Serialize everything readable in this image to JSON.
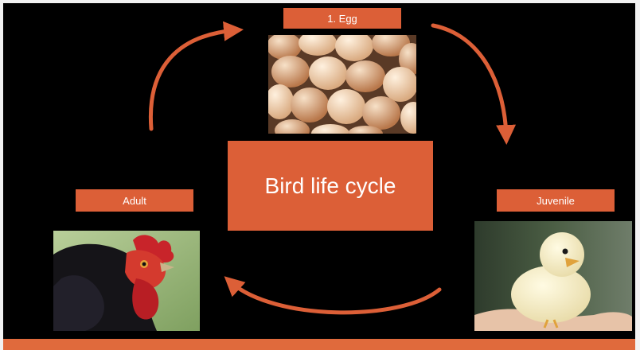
{
  "diagram": {
    "center_label": "Bird life cycle",
    "stages": {
      "egg": "1. Egg",
      "juvenile": "Juvenile",
      "adult": "Adult"
    }
  },
  "colors": {
    "accent": "#dc5f37",
    "background": "#000000",
    "arrow": "#dc5f37"
  }
}
